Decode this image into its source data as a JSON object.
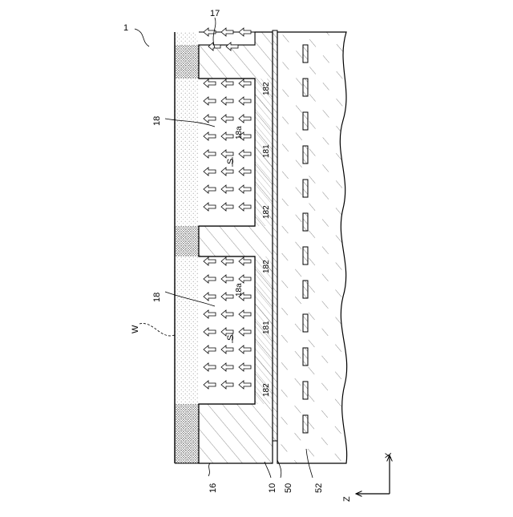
{
  "figure": {
    "ref_main": "1",
    "ref_wafer": "W",
    "ref_seal": "17",
    "ref_groove_upper": "18",
    "ref_groove_lower": "18",
    "ref_bottom_upper": "18a",
    "ref_bottom_lower": "18a",
    "ref_space_upper": "S",
    "ref_space_lower": "S",
    "ref_182_a": "182",
    "ref_181_upper": "181",
    "ref_182_b": "182",
    "ref_182_c": "182",
    "ref_181_lower": "181",
    "ref_182_d": "182",
    "ref_16": "16",
    "ref_10": "10",
    "ref_50": "50",
    "ref_52": "52",
    "axis_x": "X",
    "axis_z": "Z"
  }
}
